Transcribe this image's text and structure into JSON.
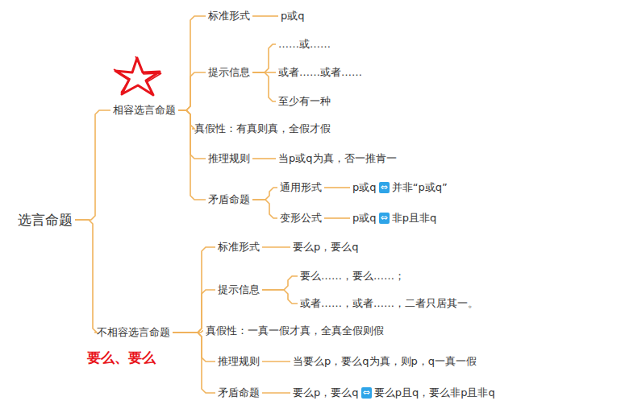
{
  "diagram": {
    "nodes": [
      {
        "text": [
          "选言命题"
        ]
      },
      {
        "text": [
          "相容选言命题"
        ]
      },
      {
        "text": [
          "标准形式"
        ]
      },
      {
        "text": [
          "p或q"
        ]
      },
      {
        "text": [
          "提示信息"
        ]
      },
      {
        "text": [
          "……或……"
        ]
      },
      {
        "text": [
          "或者……或者……"
        ]
      },
      {
        "text": [
          "至少有一种"
        ]
      },
      {
        "text": [
          "真假性：有真则真，全假才假"
        ]
      },
      {
        "text": [
          "推理规则"
        ]
      },
      {
        "text": [
          "当p或q为真，否一推肯一"
        ]
      },
      {
        "text": [
          "矛盾命题"
        ]
      },
      {
        "text": [
          "通用形式"
        ]
      },
      {
        "text": [
          "p或q",
          "⇔",
          "并非“p或q”"
        ]
      },
      {
        "text": [
          "变形公式"
        ]
      },
      {
        "text": [
          "p或q",
          "⇔",
          "非p且非q"
        ]
      },
      {
        "text": [
          "不相容选言命题"
        ]
      },
      {
        "text": [
          "标准形式"
        ]
      },
      {
        "text": [
          "要么p，要么q"
        ]
      },
      {
        "text": [
          "提示信息"
        ]
      },
      {
        "text": [
          "要么……，要么……；"
        ]
      },
      {
        "text": [
          "或者……，或者……，二者只居其一。"
        ]
      },
      {
        "text": [
          "真假性：一真一假才真，全真全假则假"
        ]
      },
      {
        "text": [
          "推理规则"
        ]
      },
      {
        "text": [
          "当要么p，要么q为真，则p，q一真一假"
        ]
      },
      {
        "text": [
          "矛盾命题"
        ]
      },
      {
        "text": [
          "要么p，要么q",
          "⇔",
          "要么p且q，要么非p且非q"
        ]
      }
    ],
    "edges": [
      {
        "from": 0,
        "to": 1,
        "arrow": "none"
      },
      {
        "from": 0,
        "to": 16,
        "arrow": "none"
      },
      {
        "from": 1,
        "to": 2,
        "arrow": "none"
      },
      {
        "from": 2,
        "to": 3,
        "arrow": "none"
      },
      {
        "from": 1,
        "to": 4,
        "arrow": "none"
      },
      {
        "from": 4,
        "to": 5,
        "arrow": "none"
      },
      {
        "from": 4,
        "to": 6,
        "arrow": "none"
      },
      {
        "from": 4,
        "to": 7,
        "arrow": "none"
      },
      {
        "from": 1,
        "to": 8,
        "arrow": "none"
      },
      {
        "from": 1,
        "to": 9,
        "arrow": "none"
      },
      {
        "from": 9,
        "to": 10,
        "arrow": "none"
      },
      {
        "from": 1,
        "to": 11,
        "arrow": "none"
      },
      {
        "from": 11,
        "to": 12,
        "arrow": "none"
      },
      {
        "from": 12,
        "to": 13,
        "arrow": "none"
      },
      {
        "from": 11,
        "to": 14,
        "arrow": "none"
      },
      {
        "from": 14,
        "to": 15,
        "arrow": "none"
      },
      {
        "from": 16,
        "to": 17,
        "arrow": "none"
      },
      {
        "from": 17,
        "to": 18,
        "arrow": "none"
      },
      {
        "from": 16,
        "to": 19,
        "arrow": "none"
      },
      {
        "from": 19,
        "to": 20,
        "arrow": "none"
      },
      {
        "from": 19,
        "to": 21,
        "arrow": "none"
      },
      {
        "from": 16,
        "to": 22,
        "arrow": "none"
      },
      {
        "from": 16,
        "to": 23,
        "arrow": "none"
      },
      {
        "from": 23,
        "to": 24,
        "arrow": "none"
      },
      {
        "from": 16,
        "to": 25,
        "arrow": "none"
      },
      {
        "from": 25,
        "to": 26,
        "arrow": "none"
      }
    ],
    "labels": [
      "要么、要么"
    ]
  }
}
